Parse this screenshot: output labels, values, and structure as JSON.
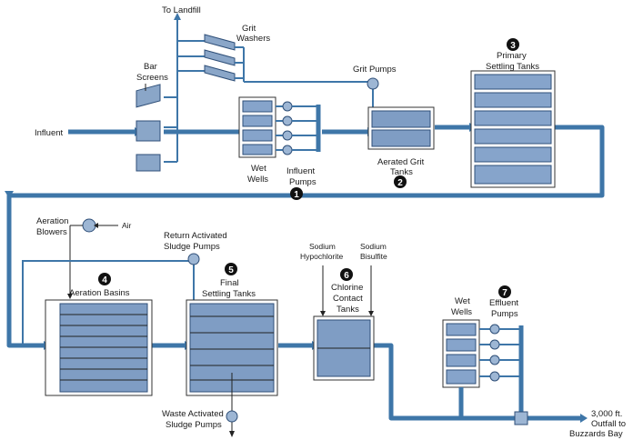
{
  "labels": {
    "to_landfill": "To Landfill",
    "grit_washers_1": "Grit",
    "grit_washers_2": "Washers",
    "bar_screens_1": "Bar",
    "bar_screens_2": "Screens",
    "influent": "Influent",
    "grit_pumps": "Grit Pumps",
    "primary_1": "Primary",
    "primary_2": "Settling Tanks",
    "wet_wells_1a": "Wet",
    "wet_wells_1b": "Wells",
    "influent_pumps_1": "Influent",
    "influent_pumps_2": "Pumps",
    "aerated_grit_1": "Aerated Grit",
    "aerated_grit_2": "Tanks",
    "aeration_blowers_1": "Aeration",
    "aeration_blowers_2": "Blowers",
    "air": "Air",
    "ras_1": "Return Activated",
    "ras_2": "Sludge Pumps",
    "aeration_basins": "Aeration Basins",
    "final_1": "Final",
    "final_2": "Settling Tanks",
    "sodium_hypo_1": "Sodium",
    "sodium_hypo_2": "Hypochlorite",
    "sodium_bisulfite_1": "Sodium",
    "sodium_bisulfite_2": "Bisulfite",
    "chlorine_1": "Chlorine",
    "chlorine_2": "Contact",
    "chlorine_3": "Tanks",
    "wet_wells_2a": "Wet",
    "wet_wells_2b": "Wells",
    "effluent_1": "Effluent",
    "effluent_2": "Pumps",
    "was_1": "Waste Activated",
    "was_2": "Sludge Pumps",
    "outfall_1": "3,000 ft.",
    "outfall_2": "Outfall to",
    "outfall_3": "Buzzards Bay"
  },
  "step_numbers": [
    "1",
    "2",
    "3",
    "4",
    "5",
    "6",
    "7"
  ],
  "colors": {
    "pipe": "#3e76a8",
    "tank_fill": "#7f9dc4",
    "badge": "#111111"
  },
  "icons": [
    "bar-screen-icon",
    "grit-washer-icon",
    "pump-icon",
    "blower-icon",
    "valve-icon"
  ]
}
